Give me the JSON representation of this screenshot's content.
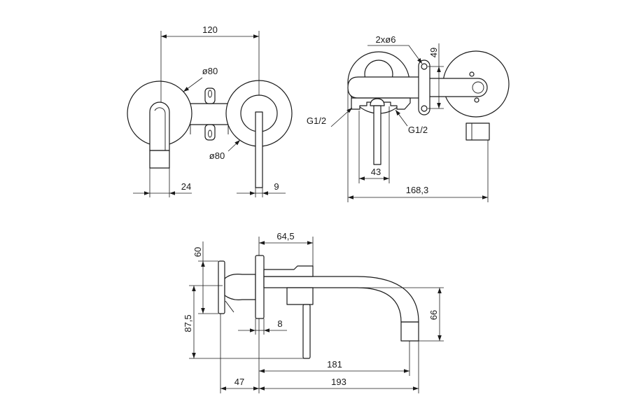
{
  "drawing": {
    "line_color": "#1a1a1a",
    "front_view": {
      "width_dim": "120",
      "rosette_dia_top": "ø80",
      "rosette_dia_bottom": "ø80",
      "spout_dim": "24",
      "lever_dim": "9"
    },
    "side_view": {
      "holes_dim": "2xø6",
      "hole_spacing_dim": "49",
      "inlet_left": "G1/2",
      "inlet_right": "G1/2",
      "lever_offset_dim": "43",
      "overall_width_dim": "168,3"
    },
    "top_view": {
      "body_depth_dim": "64,5",
      "plate_dim": "60",
      "lever_height_dim": "87,5",
      "plate_thickness_dim": "8",
      "spout_height_dim": "66",
      "spout_reach_dim": "181",
      "wall_dim": "47",
      "overall_length_dim": "193"
    }
  }
}
